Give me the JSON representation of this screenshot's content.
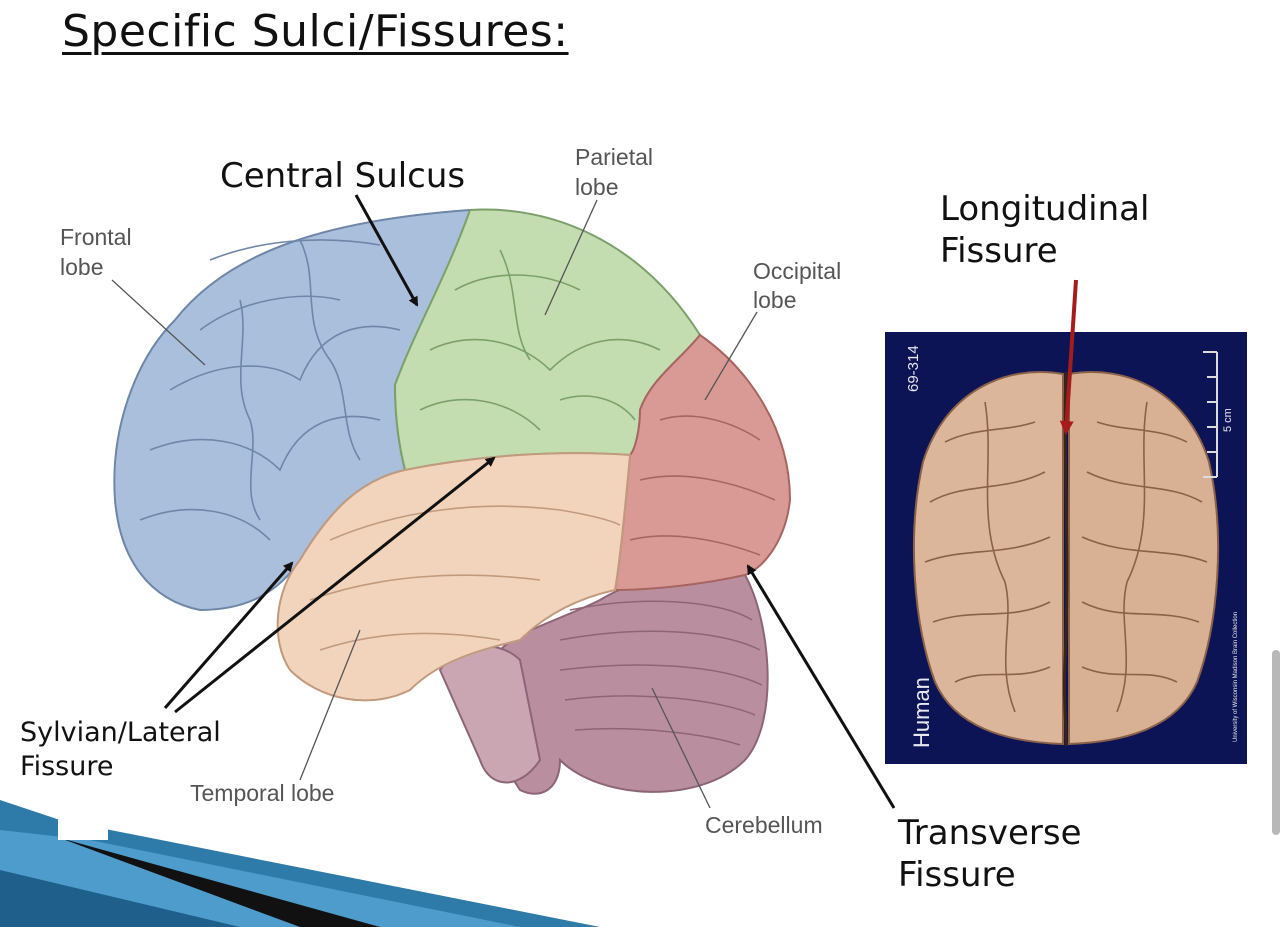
{
  "slide": {
    "title": "Specific Sulci/Fissures:"
  },
  "callouts": {
    "central_sulcus": "Central Sulcus",
    "longitudinal_line1": "Longitudinal",
    "longitudinal_line2": "Fissure",
    "sylvian_line1": "Sylvian/Lateral",
    "sylvian_line2": "Fissure",
    "transverse_line1": "Transverse",
    "transverse_line2": "Fissure"
  },
  "lobe_labels": {
    "frontal_line1": "Frontal",
    "frontal_line2": "lobe",
    "parietal_line1": "Parietal",
    "parietal_line2": "lobe",
    "occipital_line1": "Occipital",
    "occipital_line2": "lobe",
    "temporal": "Temporal lobe",
    "cerebellum": "Cerebellum"
  },
  "photo": {
    "specimen_id": "69-314",
    "species": "Human",
    "scale": "5 cm",
    "credit": "University of Wisconsin Madison Brain Collection"
  },
  "colors": {
    "frontal": "#a9bfdc",
    "parietal": "#c3dcb0",
    "occipital": "#d99a95",
    "temporal": "#f2d4bd",
    "cerebellum": "#b98fa0",
    "photo_bg": "#0c1455",
    "arrow_red": "#a61c1c"
  }
}
